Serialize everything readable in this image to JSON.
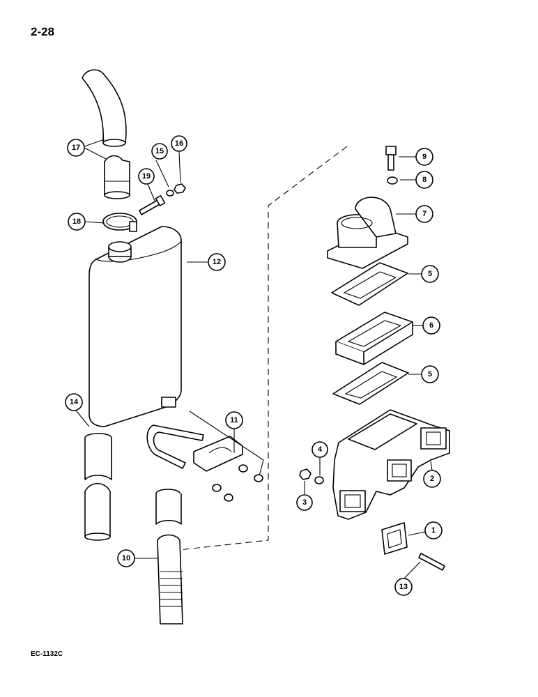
{
  "header": {
    "page_number": "2-28"
  },
  "footer": {
    "doc_code": "EC-1132C"
  },
  "callouts": [
    {
      "name": "callout-1",
      "label": "1"
    },
    {
      "name": "callout-2",
      "label": "2"
    },
    {
      "name": "callout-3",
      "label": "3"
    },
    {
      "name": "callout-4",
      "label": "4"
    },
    {
      "name": "callout-5-upper",
      "label": "5"
    },
    {
      "name": "callout-5-lower",
      "label": "5"
    },
    {
      "name": "callout-6",
      "label": "6"
    },
    {
      "name": "callout-7",
      "label": "7"
    },
    {
      "name": "callout-8",
      "label": "8"
    },
    {
      "name": "callout-9",
      "label": "9"
    },
    {
      "name": "callout-10",
      "label": "10"
    },
    {
      "name": "callout-11",
      "label": "11"
    },
    {
      "name": "callout-12",
      "label": "12"
    },
    {
      "name": "callout-13",
      "label": "13"
    },
    {
      "name": "callout-14",
      "label": "14"
    },
    {
      "name": "callout-15",
      "label": "15"
    },
    {
      "name": "callout-16",
      "label": "16"
    },
    {
      "name": "callout-17",
      "label": "17"
    },
    {
      "name": "callout-18",
      "label": "18"
    },
    {
      "name": "callout-19",
      "label": "19"
    }
  ]
}
